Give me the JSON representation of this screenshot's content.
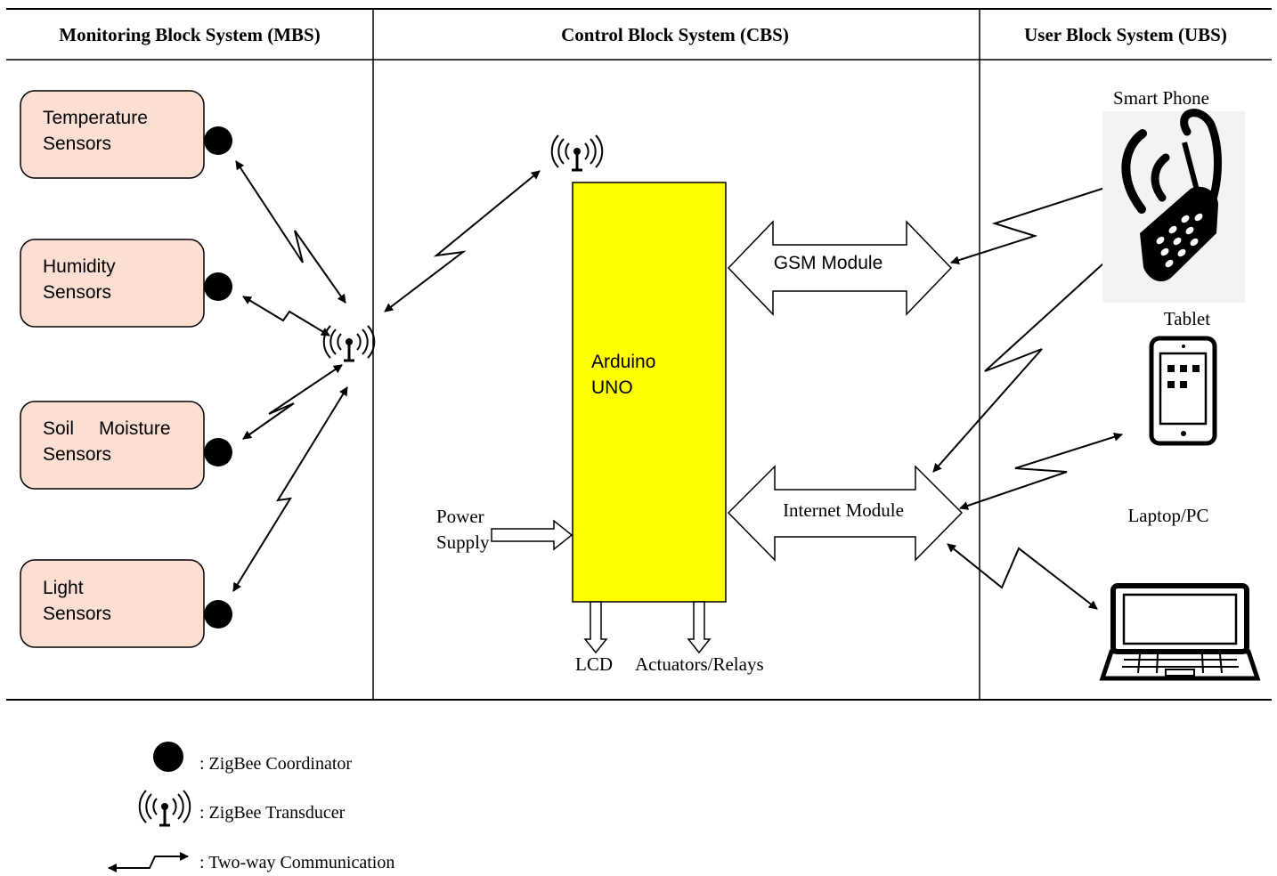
{
  "headers": {
    "mbs": "Monitoring Block System (MBS)",
    "cbs": "Control Block System (CBS)",
    "ubs": "User Block System (UBS)"
  },
  "sensors": [
    {
      "line1": "Temperature",
      "line2": "Sensors"
    },
    {
      "line1": "Humidity",
      "line2": "Sensors"
    },
    {
      "line1": "Soil",
      "line1b": "Moisture",
      "line2": "Sensors"
    },
    {
      "line1": "Light",
      "line2": "Sensors"
    }
  ],
  "controller": {
    "line1": "Arduino",
    "line2": "UNO"
  },
  "modules": {
    "gsm": "GSM Module",
    "internet": "Internet Module"
  },
  "power": {
    "line1": "Power",
    "line2": "Supply"
  },
  "outputs": {
    "lcd": "LCD",
    "actuators": "Actuators/Relays"
  },
  "devices": {
    "phone": "Smart Phone",
    "tablet": "Tablet",
    "laptop": "Laptop/PC"
  },
  "legend": {
    "coordinator": ": ZigBee Coordinator",
    "transducer": ": ZigBee Transducer",
    "comm": ": Two-way Communication"
  },
  "colors": {
    "sensor_fill": "#fbdfd2",
    "arduino_fill": "#ffff00"
  }
}
